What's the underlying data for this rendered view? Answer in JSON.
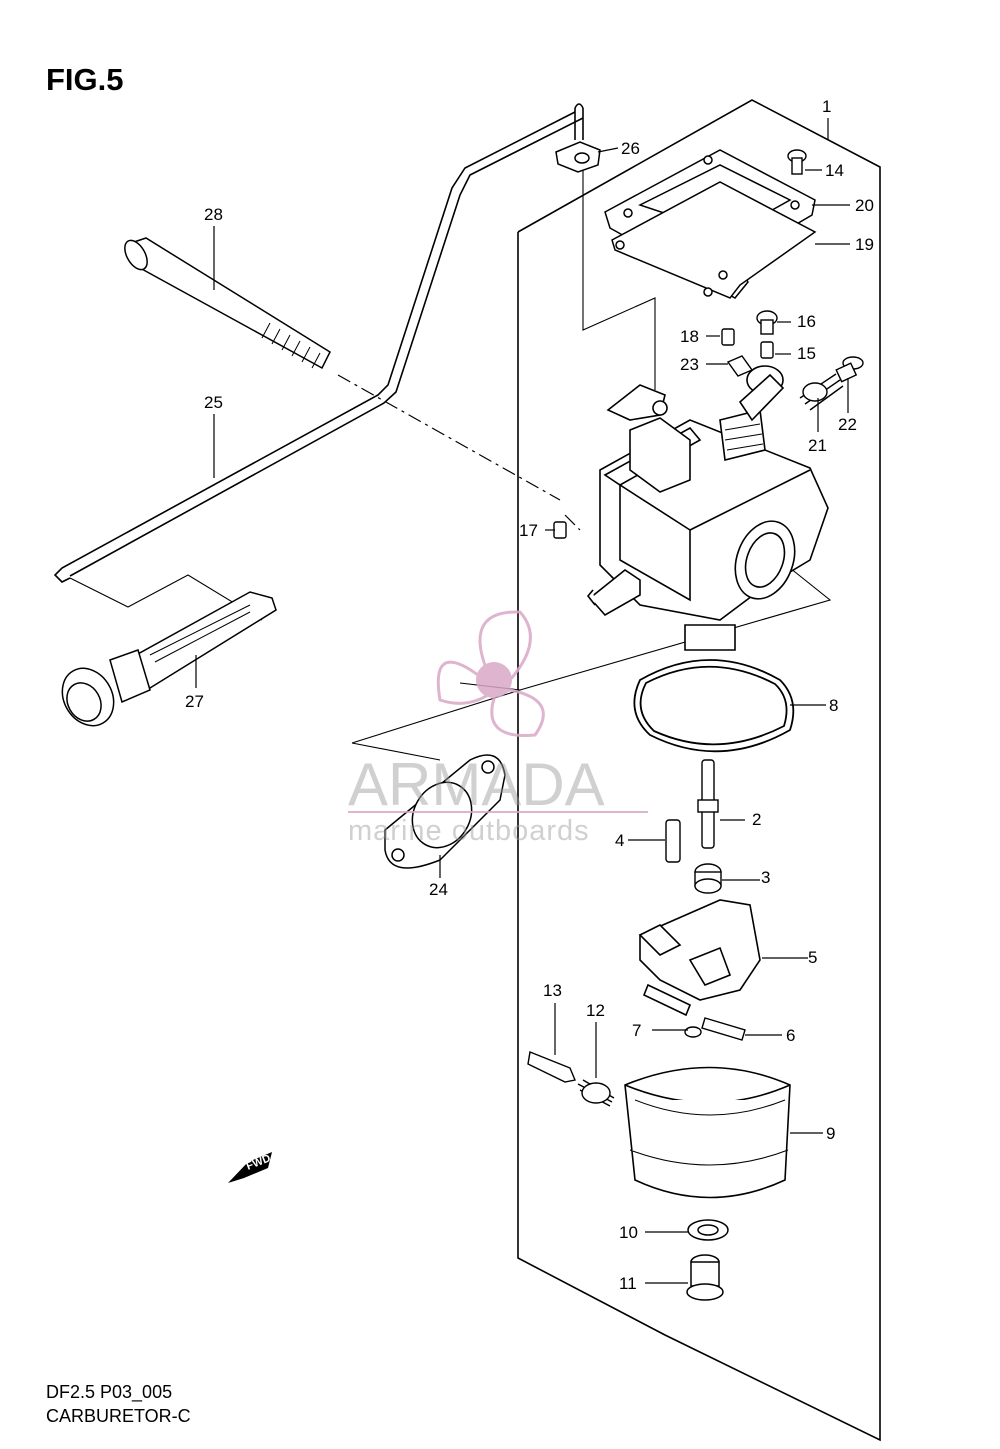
{
  "figure": {
    "title": "FIG.5",
    "model_code": "DF2.5 P03_005",
    "section_name": "CARBURETOR-C"
  },
  "watermark": {
    "brand": "ARMADA",
    "tagline": "marine outboards",
    "color": "#d9a7c7"
  },
  "fwd_badge": "FWD",
  "callouts": [
    "1",
    "2",
    "3",
    "4",
    "5",
    "6",
    "7",
    "8",
    "9",
    "10",
    "11",
    "12",
    "13",
    "14",
    "15",
    "16",
    "17",
    "18",
    "19",
    "20",
    "21",
    "22",
    "23",
    "24",
    "25",
    "26",
    "27",
    "28"
  ],
  "colors": {
    "line": "#000000",
    "background": "#ffffff"
  }
}
